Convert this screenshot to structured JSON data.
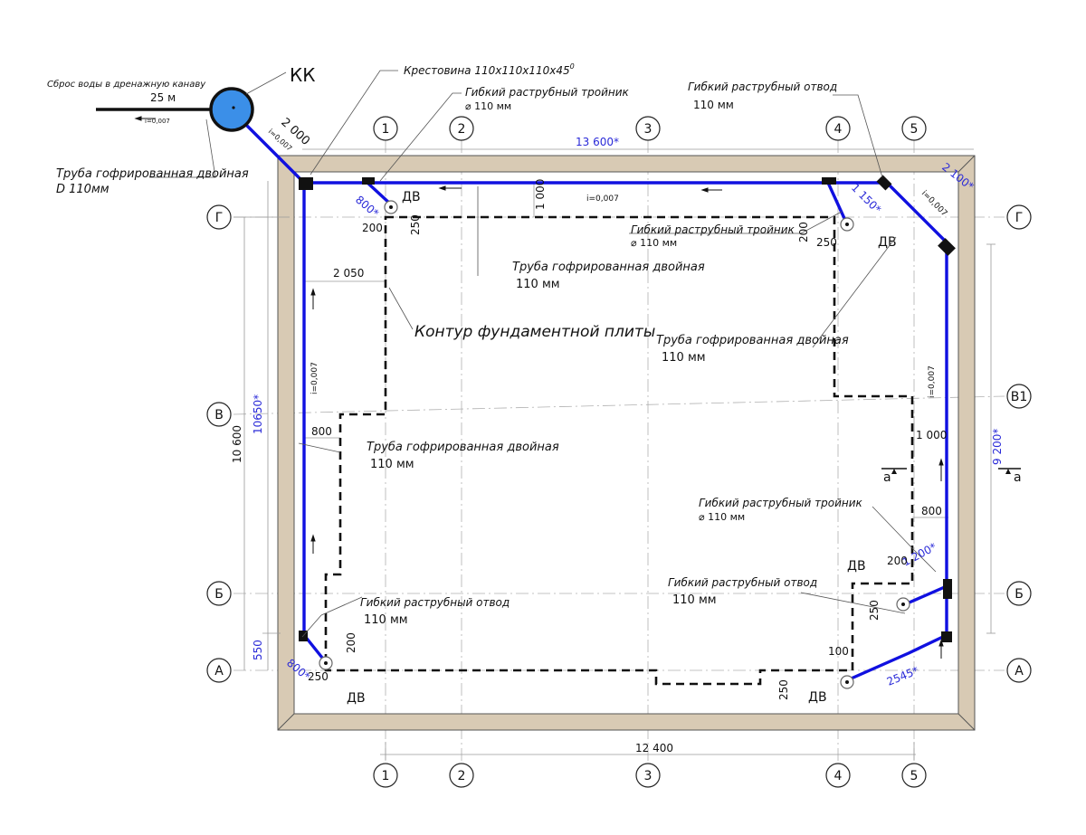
{
  "axes_top": [
    "1",
    "2",
    "3",
    "4",
    "5"
  ],
  "axes_bottom": [
    "1",
    "2",
    "3",
    "4",
    "5"
  ],
  "axes_left": [
    "Г",
    "В",
    "Б",
    "А"
  ],
  "axes_right": [
    "Г",
    "В1",
    "Б",
    "А"
  ],
  "well_label": "КК",
  "drain": {
    "label": "Сброс воды в дренажную канаву",
    "length": "25 м",
    "slope": "i=0,007"
  },
  "inlet": {
    "length": "2 000",
    "slope": "i=0,007",
    "pipe_label": "Труба гофрированная двойная",
    "pipe_size": "D 110мм"
  },
  "cross_label": "Крестовина 110х110х110х45",
  "cross_degree": "0",
  "tee_top_left": {
    "name": "Гибкий раструбный тройник",
    "size": "⌀ 110 мм"
  },
  "bend_top_right": {
    "name": "Гибкий раструбный отвод",
    "size": "110 мм"
  },
  "tee_top_right": {
    "name": "Гибкий раструбный тройник",
    "size": "⌀ 110 мм"
  },
  "tee_right": {
    "name": "Гибкий раструбный тройник",
    "size": "⌀ 110 мм"
  },
  "bend_bottom_left": {
    "name": "Гибкий раструбный отвод",
    "size": "110 мм"
  },
  "bend_bottom_right": {
    "name": "Гибкий раструбный отвод",
    "size": "110 мм"
  },
  "pipe_top": {
    "name": "Труба гофрированная двойная",
    "size": "110 мм"
  },
  "pipe_right": {
    "name": "Труба гофрированная двойная",
    "size": "110 мм"
  },
  "pipe_left": {
    "name": "Труба гофрированная двойная",
    "size": "110 мм"
  },
  "contour_label": "Контур фундаментной плиты",
  "dv": "ДВ",
  "slope_top": "i=0,007",
  "slope_left": "i=0,007",
  "slope_right": "i=0,007",
  "slope_corner": "i=0,007",
  "dims": {
    "overall_top": "13 600*",
    "overall_bottom": "12 400",
    "left_outer": "10 600",
    "left_inner": "10650*",
    "left_small": "550",
    "right_outer": "9 200*",
    "top_right_segment": "2 100*",
    "top_right_short": "1 150*",
    "top_left_short": "800*",
    "bottom_left_short": "800*",
    "right_short": "1 200*",
    "bottom_right_pipe": "2545*",
    "offset_top_left": "2 050",
    "offset_left": "800",
    "offset_right": "800",
    "v_top": "1 000",
    "v_right": "1 000",
    "d200_a": "200",
    "d250_a": "250",
    "d200_b": "200",
    "d250_b": "250",
    "d200_c": "200",
    "d200_d": "200",
    "d250_c": "250",
    "d250_d": "250",
    "d250_e": "250",
    "d100": "100"
  },
  "section_mark": "а",
  "colors": {
    "pipe": "#1010e0",
    "well": "#3b8fe8",
    "wall": "#d8cab4",
    "dimension": "#2a2ad8"
  }
}
